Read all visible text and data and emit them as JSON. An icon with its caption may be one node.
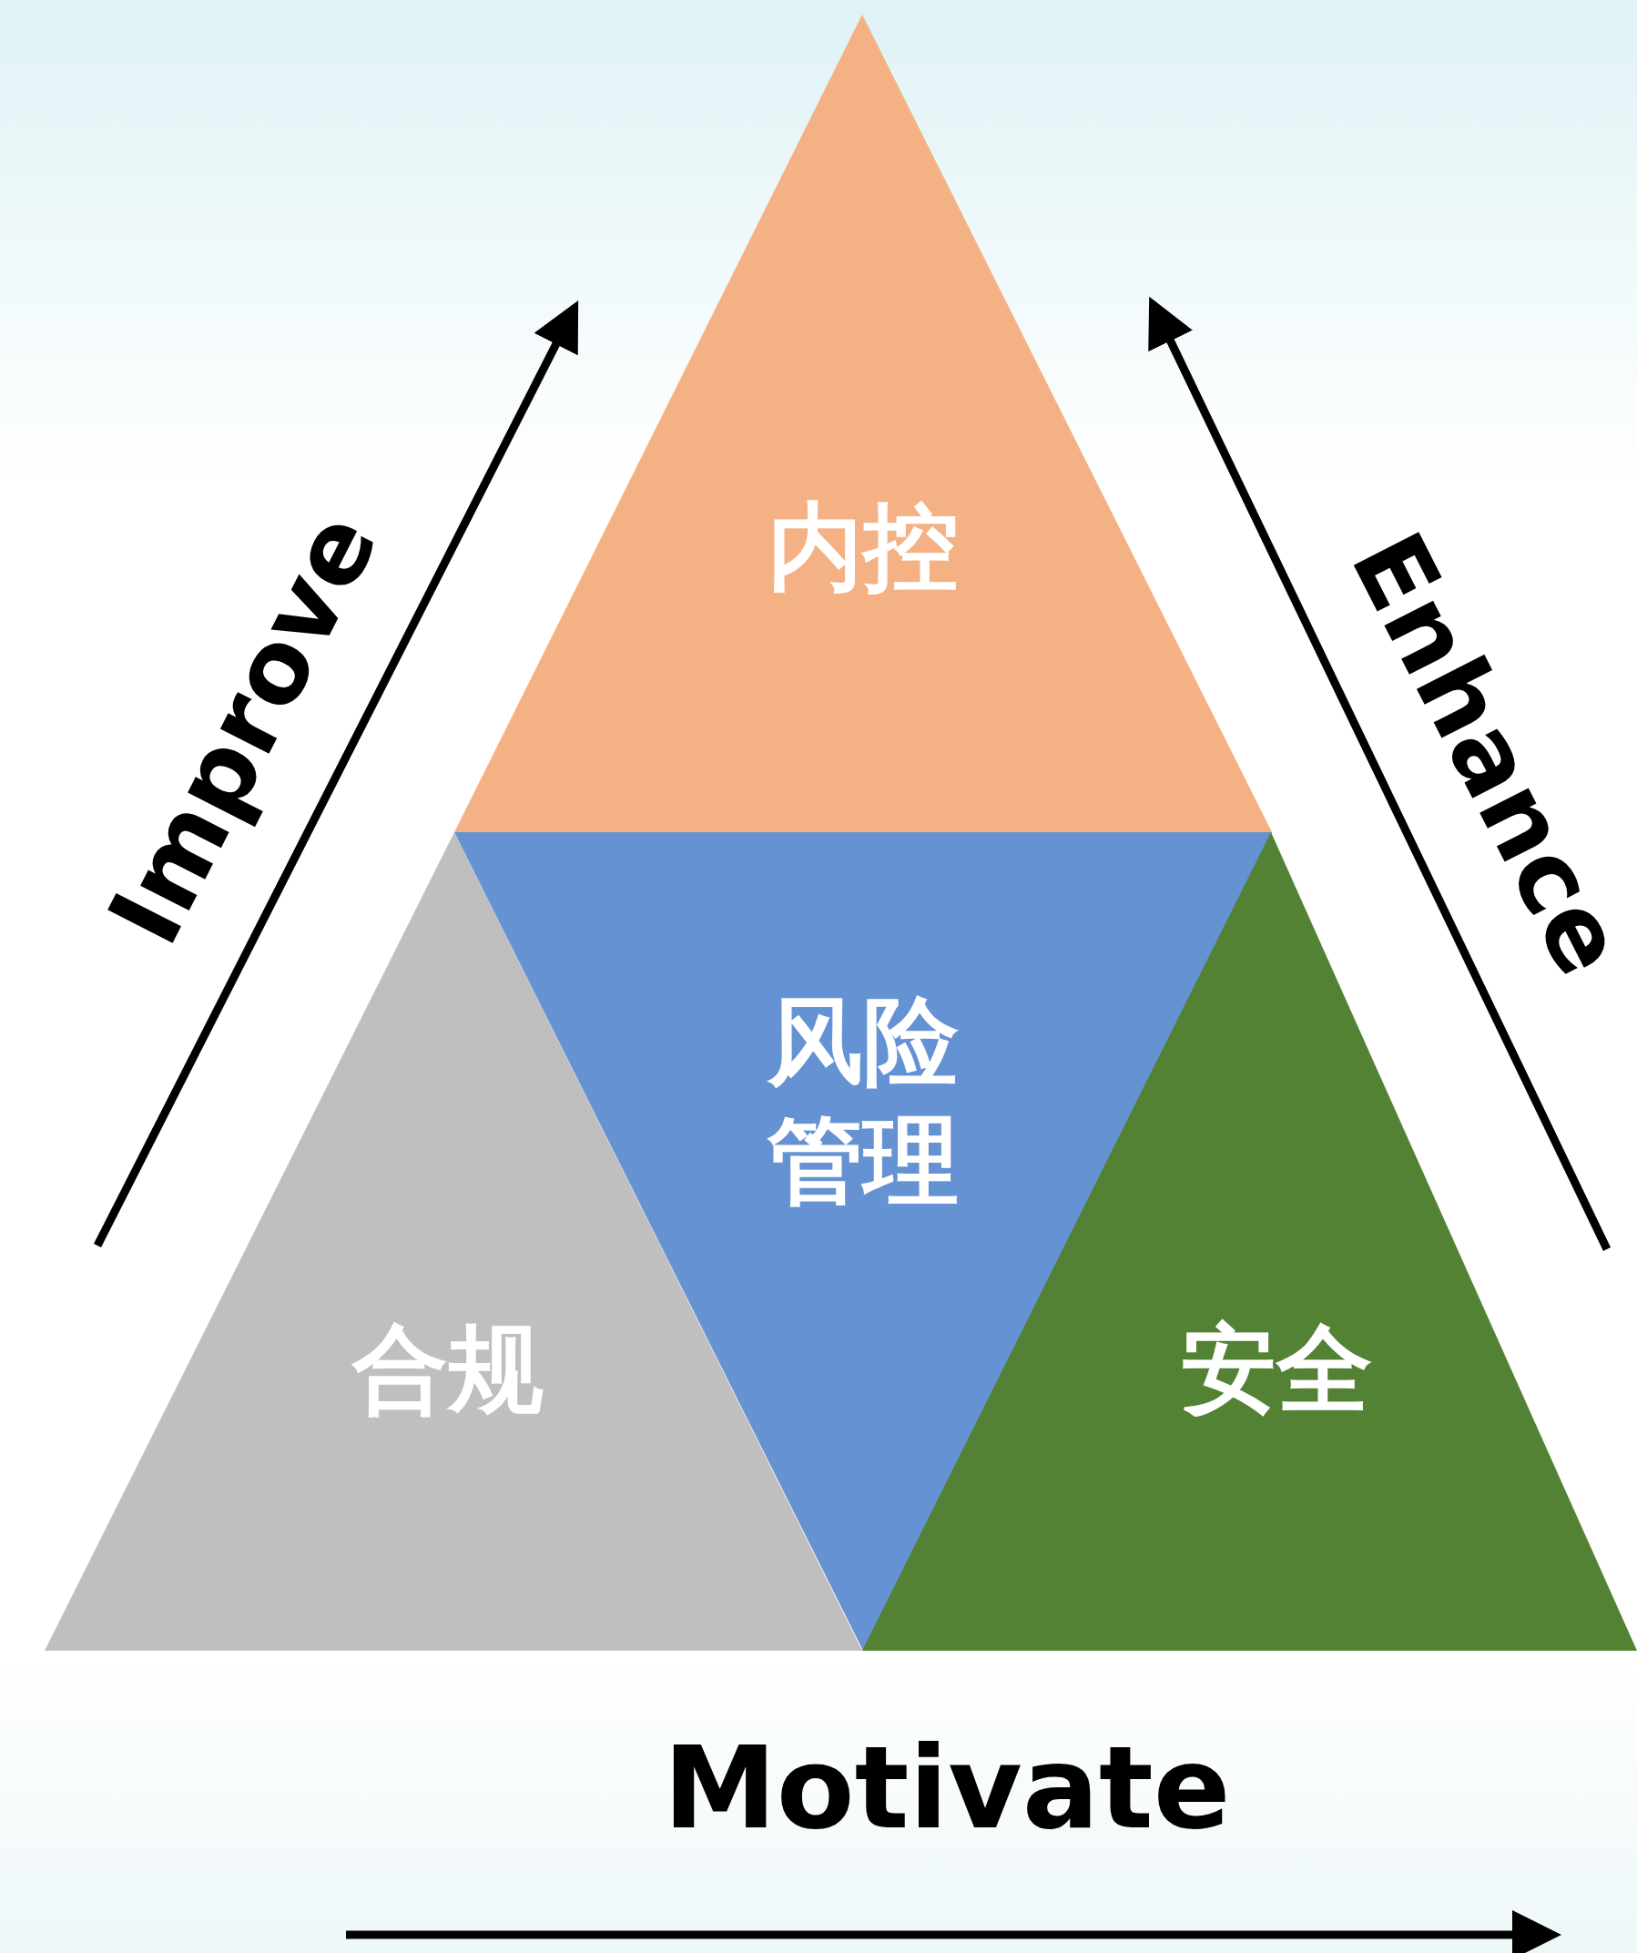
{
  "diagram": {
    "nodes": [
      {
        "text": [
          "内控"
        ]
      },
      {
        "text": [
          "风险管理"
        ]
      },
      {
        "text": [
          "合规"
        ]
      },
      {
        "text": [
          "安全"
        ]
      }
    ],
    "labels": [
      "Improve",
      "Enhance",
      "Motivate"
    ]
  }
}
